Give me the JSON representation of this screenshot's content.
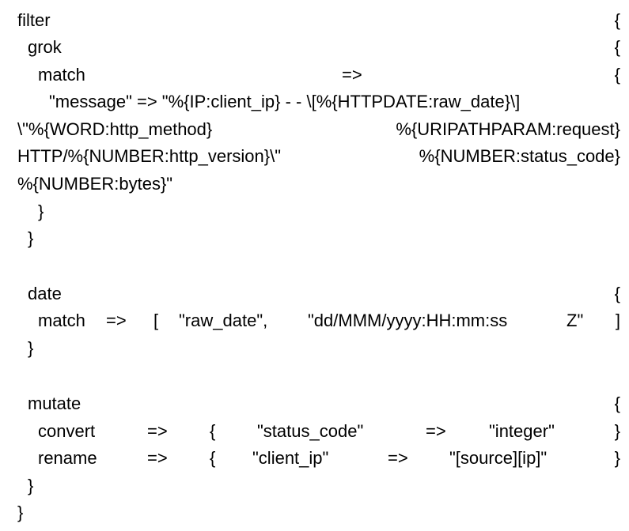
{
  "code": {
    "l1": {
      "a": "filter",
      "b": "{"
    },
    "l2": {
      "a": "grok",
      "b": "{"
    },
    "l3": {
      "a": "match",
      "b": "=>",
      "c": "{"
    },
    "l4": {
      "a": "\"message\" => \"%{IP:client_ip} - - \\[%{HTTPDATE:raw_date}\\]"
    },
    "l5": {
      "a": "\\\"%{WORD:http_method}",
      "b": "%{URIPATHPARAM:request}"
    },
    "l6": {
      "a": "HTTP/%{NUMBER:http_version}\\\"",
      "b": "%{NUMBER:status_code}"
    },
    "l7": {
      "a": "%{NUMBER:bytes}\""
    },
    "l8": {
      "a": "}"
    },
    "l9": {
      "a": "}"
    },
    "l10": {
      "a": "date",
      "b": "{"
    },
    "l11": {
      "a": "match",
      "b": "=>",
      "c": "[",
      "d": "\"raw_date\",",
      "e": "\"dd/MMM/yyyy:HH:mm:ss",
      "f": "Z\"",
      "g": "]"
    },
    "l12": {
      "a": "}"
    },
    "l13": {
      "a": "mutate",
      "b": "{"
    },
    "l14": {
      "a": "convert",
      "b": "=>",
      "c": "{",
      "d": "\"status_code\"",
      "e": "=>",
      "f": "\"integer\"",
      "g": "}"
    },
    "l15": {
      "a": "rename",
      "b": "=>",
      "c": "{",
      "d": "\"client_ip\"",
      "e": "=>",
      "f": "\"[source][ip]\"",
      "g": "}"
    },
    "l16": {
      "a": "}"
    },
    "l17": {
      "a": "}"
    }
  }
}
